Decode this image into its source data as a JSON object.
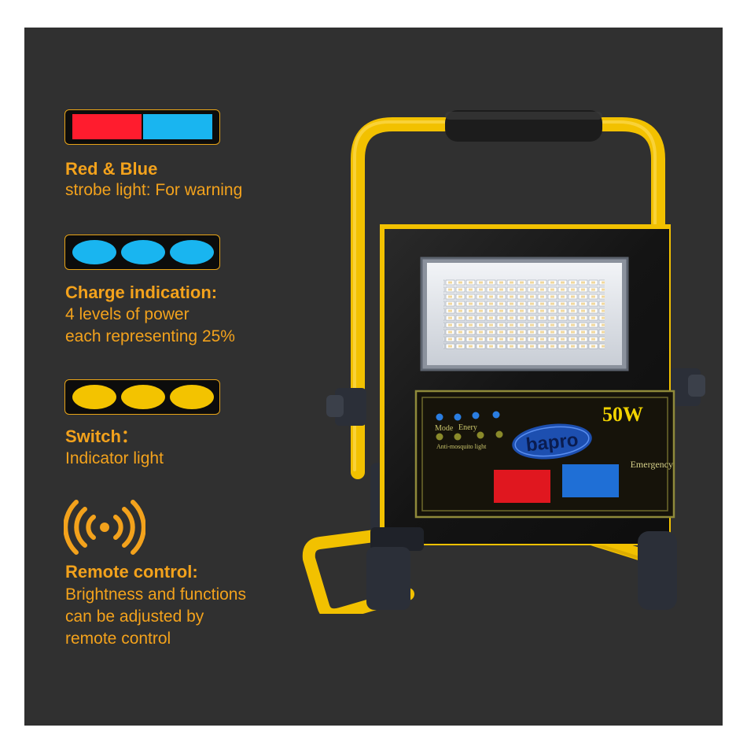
{
  "features": [
    {
      "heading": "Red & Blue",
      "lines": [
        "strobe light: For warning"
      ]
    },
    {
      "heading": "Charge indication:",
      "lines": [
        "4 levels of power",
        "each representing 25%"
      ]
    },
    {
      "heading": "Switch：",
      "lines": [
        "Indicator light"
      ]
    },
    {
      "heading": "Remote control:",
      "lines": [
        "Brightness and functions",
        "can be adjusted by",
        "remote control"
      ]
    }
  ],
  "icons": {
    "strobe": "red-blue-strobe-swatch",
    "charge": "blue-charge-dots",
    "switch": "yellow-switch-dots",
    "remote": "wireless-signal-icon"
  },
  "product": {
    "wattage": "50W",
    "brand": "bapro",
    "mode_label": "Mode",
    "energy_label": "Enery",
    "mosquito_label": "Anti-mosquito light",
    "emergency_label": "Emergency"
  },
  "colors": {
    "accent": "#f3a21c",
    "background": "#303030",
    "red": "#ff1c2e",
    "blue": "#19b5f0",
    "yellow": "#f3c300"
  }
}
